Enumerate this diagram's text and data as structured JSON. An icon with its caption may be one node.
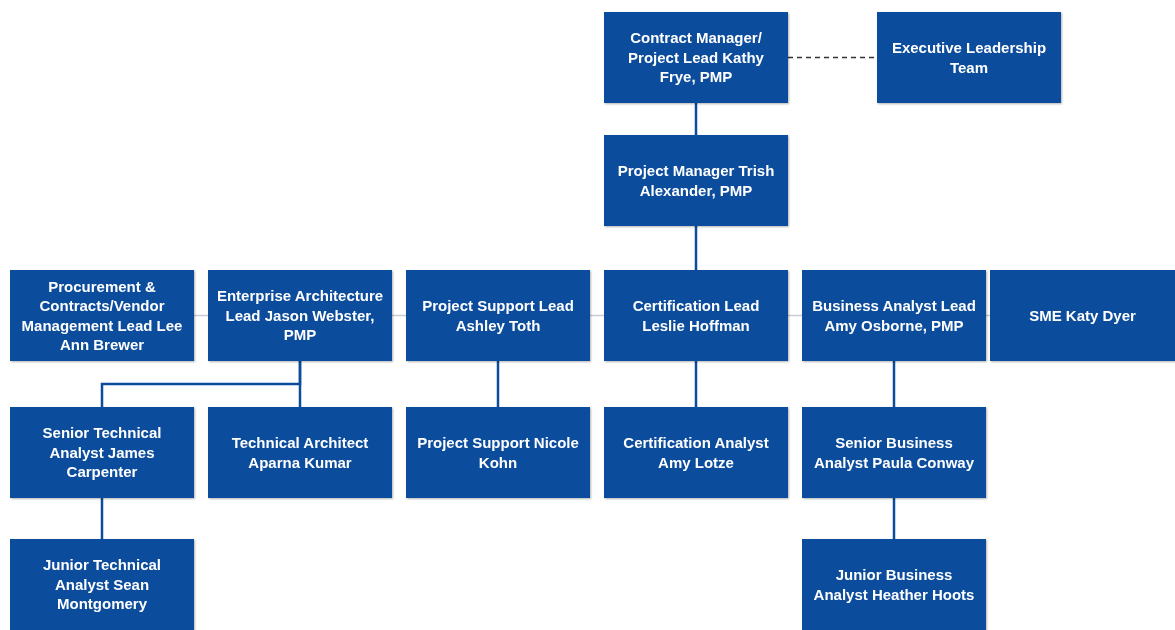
{
  "diagram": {
    "nodes": [
      {
        "text": [
          "Contract Manager/ Project Lead Kathy Frye, PMP"
        ]
      },
      {
        "text": [
          "Executive Leadership Team"
        ]
      },
      {
        "text": [
          "Project Manager Trish Alexander, PMP"
        ]
      },
      {
        "text": [
          "Procurement & Contracts/Vendor Management Lead Lee Ann Brewer"
        ]
      },
      {
        "text": [
          "Enterprise Architecture Lead Jason Webster, PMP"
        ]
      },
      {
        "text": [
          "Project Support Lead Ashley Toth"
        ]
      },
      {
        "text": [
          "Certification Lead Leslie Hoffman"
        ]
      },
      {
        "text": [
          "Business Analyst Lead Amy Osborne, PMP"
        ]
      },
      {
        "text": [
          "SME Katy Dyer"
        ]
      },
      {
        "text": [
          "Senior Technical Analyst James Carpenter"
        ]
      },
      {
        "text": [
          "Technical Architect Aparna Kumar"
        ]
      },
      {
        "text": [
          "Project Support Nicole Kohn"
        ]
      },
      {
        "text": [
          "Certification Analyst Amy Lotze"
        ]
      },
      {
        "text": [
          "Senior Business Analyst Paula Conway"
        ]
      },
      {
        "text": [
          "Junior Technical Analyst Sean Montgomery"
        ]
      },
      {
        "text": [
          "Junior Business Analyst Heather Hoots"
        ]
      }
    ],
    "edges": [
      {
        "from": 0,
        "to": 1,
        "arrow": "none",
        "style": "dashed",
        "color": "#333333"
      },
      {
        "from": 0,
        "to": 2,
        "arrow": "none"
      },
      {
        "from": 2,
        "to": 6,
        "arrow": "none"
      },
      {
        "from": 3,
        "to": 4,
        "arrow": "none",
        "color": "#c8ccd4"
      },
      {
        "from": 4,
        "to": 5,
        "arrow": "none",
        "color": "#c8ccd4"
      },
      {
        "from": 5,
        "to": 6,
        "arrow": "none",
        "color": "#c8ccd4"
      },
      {
        "from": 6,
        "to": 7,
        "arrow": "none",
        "color": "#c8ccd4"
      },
      {
        "from": 7,
        "to": 8,
        "arrow": "none",
        "color": "#c8ccd4"
      },
      {
        "from": 4,
        "to": 9,
        "arrow": "none"
      },
      {
        "from": 4,
        "to": 10,
        "arrow": "none"
      },
      {
        "from": 5,
        "to": 11,
        "arrow": "none"
      },
      {
        "from": 6,
        "to": 12,
        "arrow": "none"
      },
      {
        "from": 7,
        "to": 13,
        "arrow": "none"
      },
      {
        "from": 9,
        "to": 14,
        "arrow": "none"
      },
      {
        "from": 13,
        "to": 15,
        "arrow": "none"
      }
    ]
  }
}
